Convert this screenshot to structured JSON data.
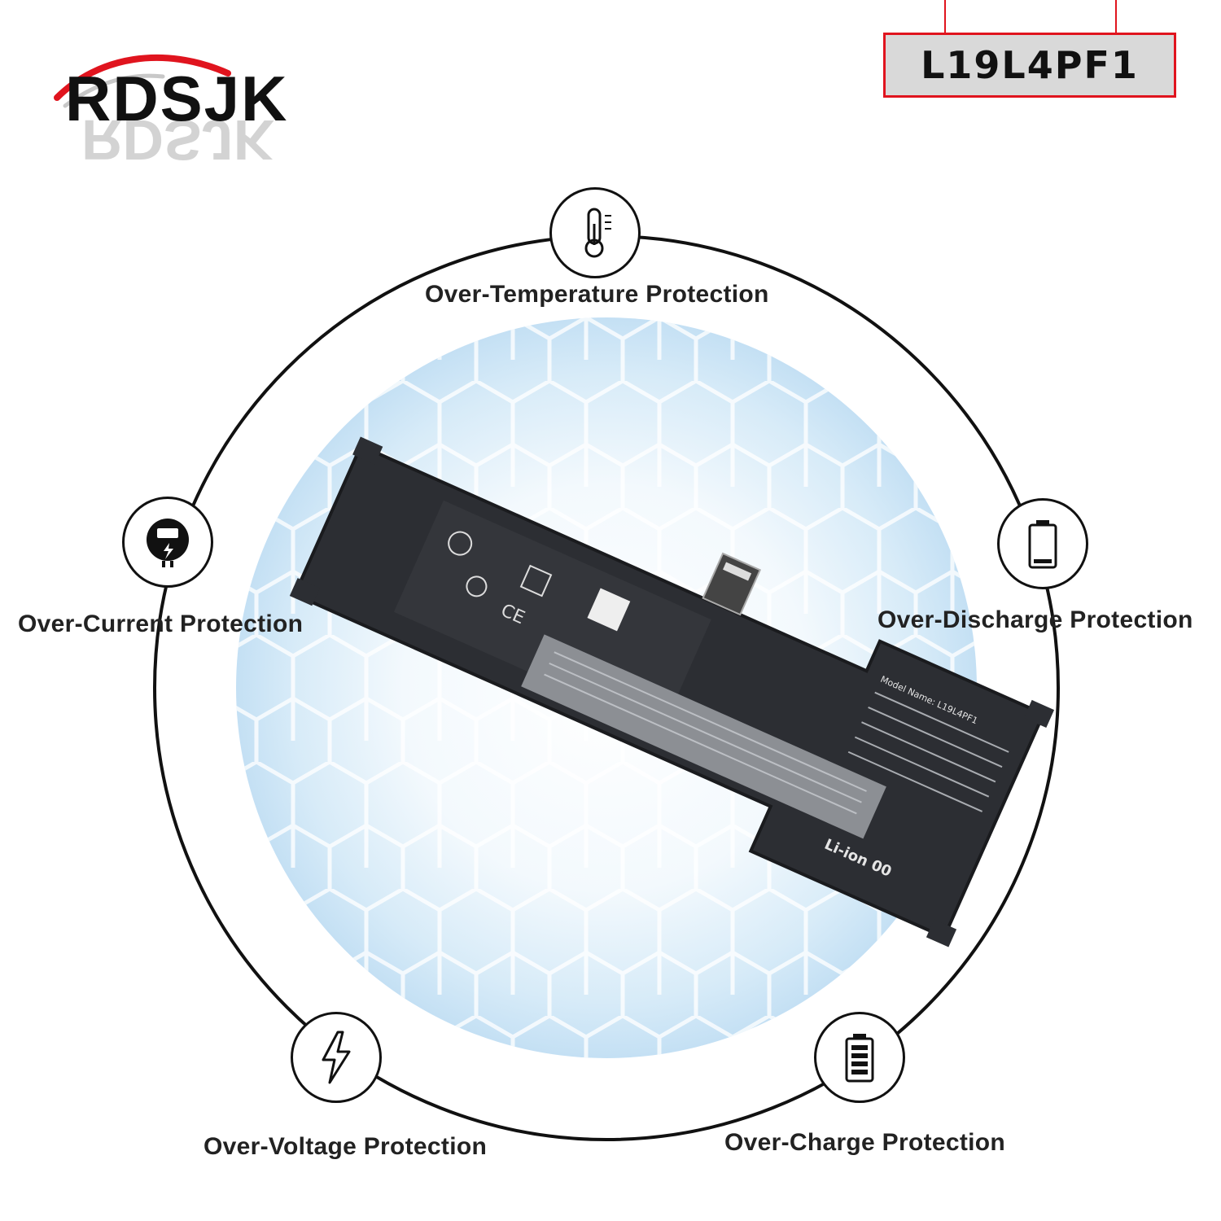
{
  "brand": {
    "name": "RDSJK"
  },
  "model": {
    "code": "L19L4PF1"
  },
  "colors": {
    "accent": "#e0141e",
    "ring": "#111111",
    "glow": "#cfe6f7"
  },
  "features": [
    {
      "label": "Over-Temperature Protection",
      "icon": "thermometer-icon"
    },
    {
      "label": "Over-Current Protection",
      "icon": "current-meter-icon"
    },
    {
      "label": "Over-Discharge Protection",
      "icon": "battery-icon"
    },
    {
      "label": "Over-Voltage Protection",
      "icon": "lightning-icon"
    },
    {
      "label": "Over-Charge Protection",
      "icon": "battery-charge-icon"
    }
  ],
  "battery_label": {
    "model_line": "Model Name: L19L4PF1",
    "chem": "Li-ion 00"
  }
}
